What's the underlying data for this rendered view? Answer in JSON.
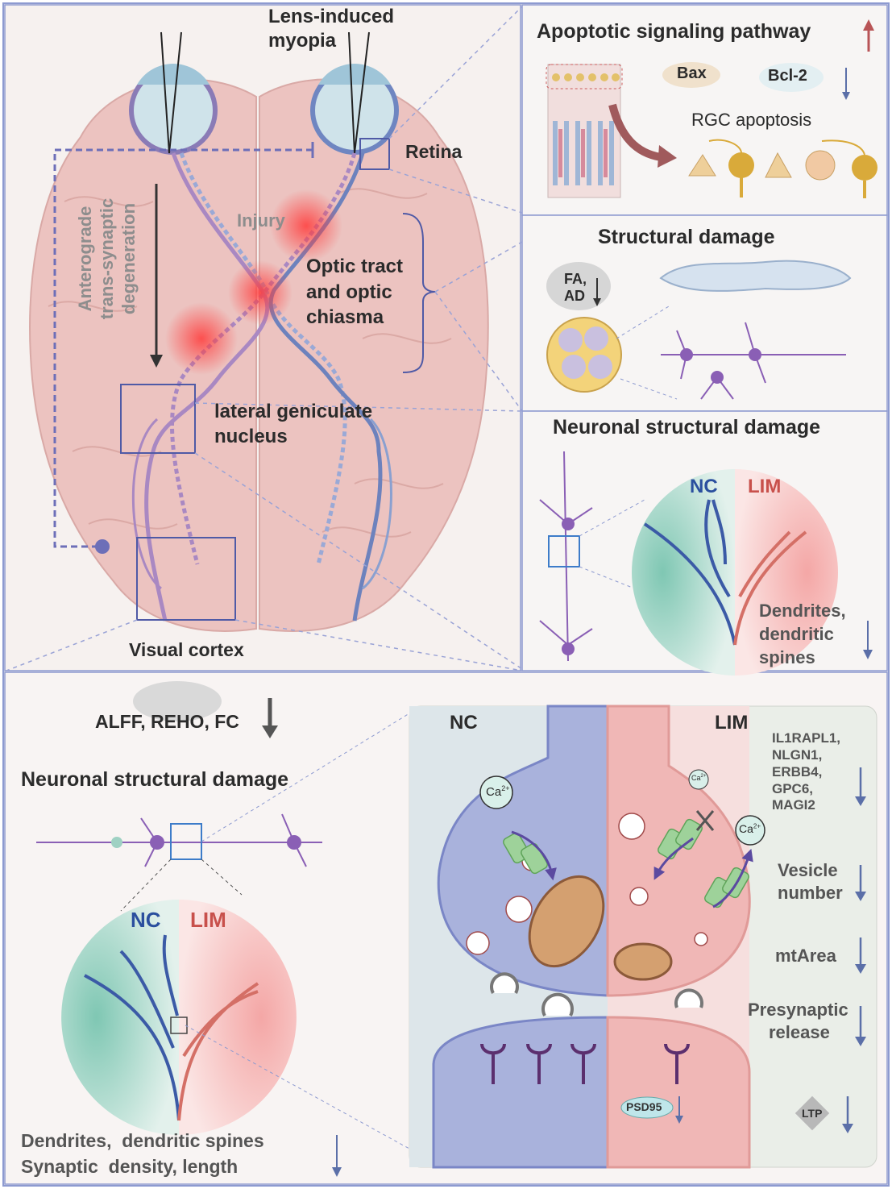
{
  "brain_panel": {
    "lens_label": "Lens-induced myopia",
    "lens_line1": "Lens-induced",
    "lens_line2": "myopia",
    "retina_label": "Retina",
    "injury_label": "Injury",
    "optic_line1": "Optic tract",
    "optic_line2": "and optic",
    "optic_line3": "chiasma",
    "lgn_line1": "lateral geniculate",
    "lgn_line2": "nucleus",
    "degeneration_line1": "Anterograde",
    "degeneration_line2": "trans-synaptic",
    "degeneration_line3": "degeneration",
    "visual_cortex_label": "Visual cortex"
  },
  "apoptotic_panel": {
    "title": "Apoptotic signaling pathway",
    "bax": "Bax",
    "bcl2": "Bcl-2",
    "rgc_label": "RGC apoptosis"
  },
  "structural_panel": {
    "title": "Structural damage",
    "fa_line1": "FA,",
    "fa_line2": "AD"
  },
  "neuronal_panel": {
    "title": "Neuronal structural damage",
    "nc": "NC",
    "lim": "LIM",
    "dend_line1": "Dendrites,",
    "dend_line2": "dendritic",
    "dend_line3": "spines"
  },
  "bottom_left": {
    "metrics": "ALFF, REHO, FC",
    "title": "Neuronal structural damage",
    "nc": "NC",
    "lim": "LIM",
    "summary_line1": "Dendrites,  dendritic spines",
    "summary_line2": "Synaptic  density, length"
  },
  "synapse_panel": {
    "nc": "NC",
    "lim": "LIM",
    "ca": "Ca",
    "ca_sup": "2+",
    "psd95": "PSD95",
    "ltp": "LTP",
    "genes": [
      "IL1RAPL1,",
      "NLGN1,",
      "ERBB4,",
      "GPC6,",
      "MAGI2"
    ],
    "vesicle_line1": "Vesicle",
    "vesicle_line2": "number",
    "mtarea": "mtArea",
    "presyn_line1": "Presynaptic",
    "presyn_line2": "release"
  },
  "colors": {
    "frame": "#8d9ad0",
    "up_arrow": "#b85456",
    "down_arrow": "#5b6fa8",
    "nc_blue": "#2a4f9e",
    "lim_red": "#c8504b",
    "brain_pink": "#ecc3c0"
  }
}
